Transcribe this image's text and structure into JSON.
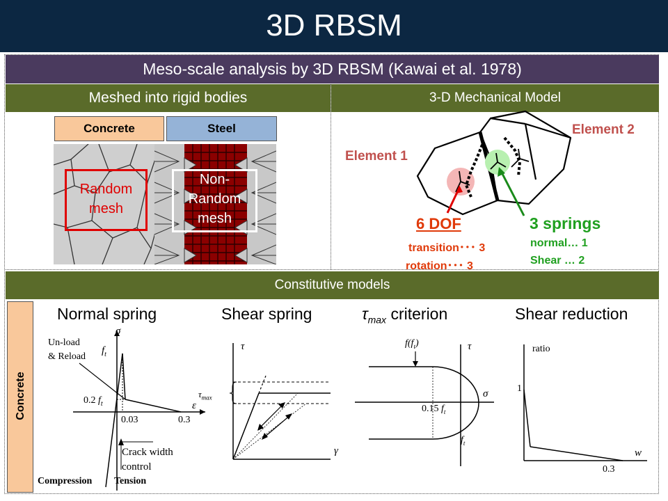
{
  "title": "3D RBSM",
  "header": "Meso-scale analysis by 3D RBSM  (Kawai et al. 1978)",
  "left_panel": {
    "title": "Meshed into rigid bodies",
    "concrete_label": "Concrete",
    "steel_label": "Steel",
    "random_mesh": [
      "Random",
      "mesh"
    ],
    "nonrandom_mesh": [
      "Non-",
      "Random",
      "mesh"
    ]
  },
  "right_panel": {
    "title": "3-D Mechanical Model",
    "element1": "Element 1",
    "element2": "Element 2",
    "dof_title": "6 DOF",
    "dof_line1": "transition･･･ 3",
    "dof_line2": "rotation･･･ 3",
    "springs_title": "3 springs",
    "springs_line1": "normal… 1",
    "springs_line2": "Shear  … 2"
  },
  "constitutive": {
    "title": "Constitutive models",
    "side_label": "Concrete",
    "normal": {
      "title": "Normal spring",
      "sigma": "σ",
      "ft": "f",
      "ft_sub": "t",
      "unload": [
        "Un-load",
        "& Reload"
      ],
      "ft02": "0.2 ",
      "eps": "ε",
      "v003": "0.03",
      "v03": "0.3",
      "crack": [
        "Crack width",
        "control"
      ],
      "compression": "Compression",
      "tension": "Tension"
    },
    "shear": {
      "title": "Shear spring",
      "tau": "τ",
      "tau_max": "τ",
      "tau_max_sub": "max",
      "gamma": "γ"
    },
    "criterion": {
      "title_tau": "τ",
      "title_sub": "max",
      "title_rest": " criterion",
      "fft": "f(f",
      "fft_close": ")",
      "tau": "τ",
      "sigma": "σ",
      "v015": "0.15 ",
      "ft": "f"
    },
    "reduction": {
      "title": "Shear reduction",
      "ratio": "ratio",
      "one": "1",
      "w": "w",
      "v03": "0.3"
    }
  }
}
